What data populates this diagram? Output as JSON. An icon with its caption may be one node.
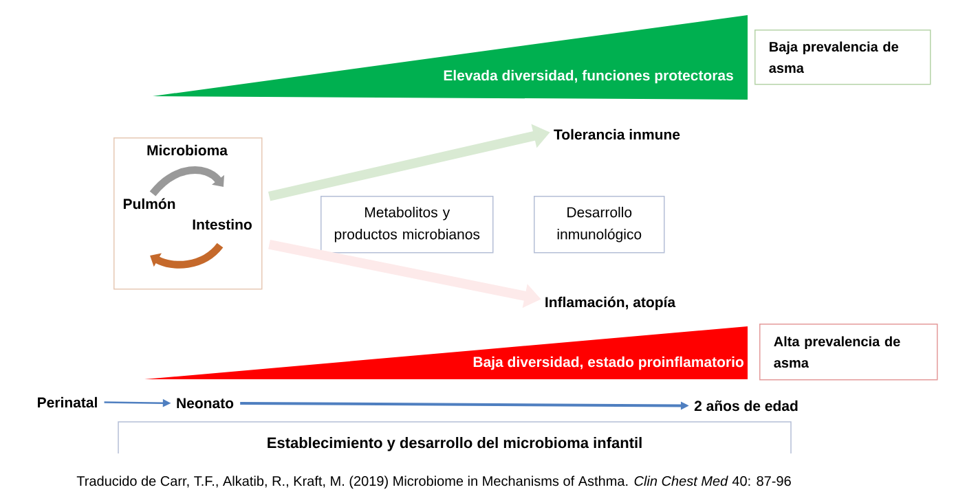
{
  "diagram": {
    "caption": "Traducido de Carr, T.F., Alkatib, R., Kraft, M. (2019) Microbiome in Mechanisms of Asthma. *Clin Chest Med* 40: 87-96",
    "nodes": [
      {
        "text": [
          "Elevada diversidad, funciones protectoras"
        ]
      },
      {
        "text": [
          "Baja prevalencia de asma"
        ]
      },
      {
        "text": [
          "Microbioma",
          "Pulmón",
          "Intestino"
        ]
      },
      {
        "text": [
          "Tolerancia inmune"
        ]
      },
      {
        "text": [
          "Metabolitos y productos microbianos"
        ]
      },
      {
        "text": [
          "Desarrollo inmunológico"
        ]
      },
      {
        "text": [
          "Inflamación, atopía"
        ]
      },
      {
        "text": [
          "Baja diversidad, estado proinflamatorio"
        ]
      },
      {
        "text": [
          "Alta prevalencia de asma"
        ]
      },
      {
        "text": [
          "Perinatal"
        ]
      },
      {
        "text": [
          "Neonato"
        ]
      },
      {
        "text": [
          "2 años de edad"
        ]
      },
      {
        "text": [
          "Establecimiento y desarrollo del microbioma infantil"
        ]
      }
    ],
    "edges": [
      {
        "from": 2,
        "to": 3,
        "arrow": "to",
        "style": "thick",
        "color": "#d9ead3"
      },
      {
        "from": 2,
        "to": 6,
        "arrow": "to",
        "style": "thick",
        "color": "#fdeaea"
      },
      {
        "from": 9,
        "to": 10,
        "arrow": "to"
      },
      {
        "from": 10,
        "to": 11,
        "arrow": "to"
      }
    ]
  }
}
